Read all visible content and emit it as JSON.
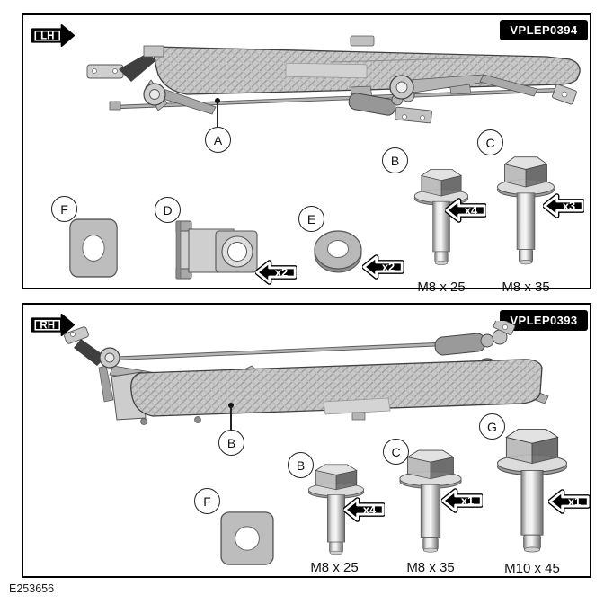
{
  "figure_code": "E253656",
  "colors": {
    "label_bg": "#000000",
    "label_text": "#ffffff",
    "part_fill": "#c9c9c9",
    "line": "#333333"
  },
  "panels": [
    {
      "side_label": "LH",
      "part_code": "VPLEP0394",
      "assembly_callout": "A",
      "parts": [
        {
          "callout": "F",
          "kind": "mounting-pad"
        },
        {
          "callout": "D",
          "kind": "spacer-bracket",
          "qty": "x2"
        },
        {
          "callout": "E",
          "kind": "washer",
          "qty": "x2"
        },
        {
          "callout": "B",
          "kind": "flanged-bolt",
          "qty": "x4",
          "size": "M8 x 25"
        },
        {
          "callout": "C",
          "kind": "flanged-bolt",
          "qty": "x3",
          "size": "M8 x 35"
        }
      ]
    },
    {
      "side_label": "RH",
      "part_code": "VPLEP0393",
      "assembly_callout": "B",
      "parts": [
        {
          "callout": "F",
          "kind": "mounting-pad"
        },
        {
          "callout": "B",
          "kind": "flanged-bolt",
          "qty": "x4",
          "size": "M8 x 25"
        },
        {
          "callout": "C",
          "kind": "flanged-bolt",
          "qty": "x1",
          "size": "M8 x 35"
        },
        {
          "callout": "G",
          "kind": "flanged-bolt",
          "qty": "x1",
          "size": "M10 x 45"
        }
      ]
    }
  ]
}
